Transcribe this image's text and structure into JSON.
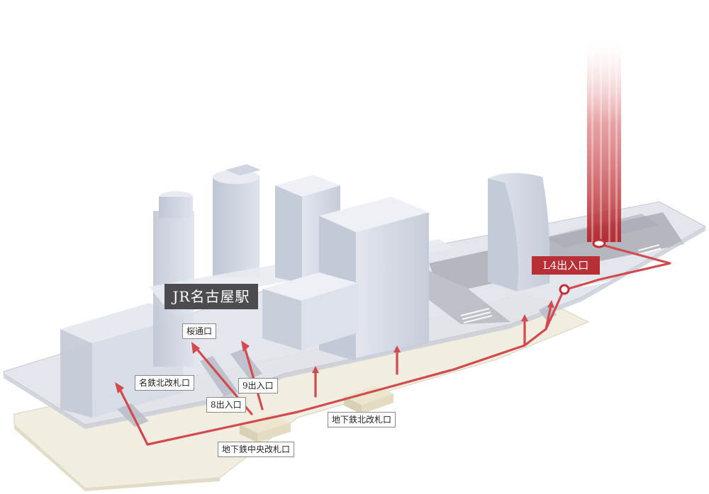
{
  "station": {
    "name": "JR名古屋駅"
  },
  "destination": {
    "exit_label": "L4出入口"
  },
  "exits": [
    {
      "label": "桜通口"
    },
    {
      "label": "名鉄北改札口"
    },
    {
      "label": "8出入口"
    },
    {
      "label": "9出入口"
    },
    {
      "label": "地下鉄北改札口"
    },
    {
      "label": "地下鉄中央改札口"
    }
  ],
  "colors": {
    "route": "#d24a4e",
    "destination": "#b83036",
    "station_label": "#4c4c50",
    "underground_floor": "#f1ede0",
    "ground_plane": "#dfe2ea",
    "building": "#c9cfdb"
  }
}
